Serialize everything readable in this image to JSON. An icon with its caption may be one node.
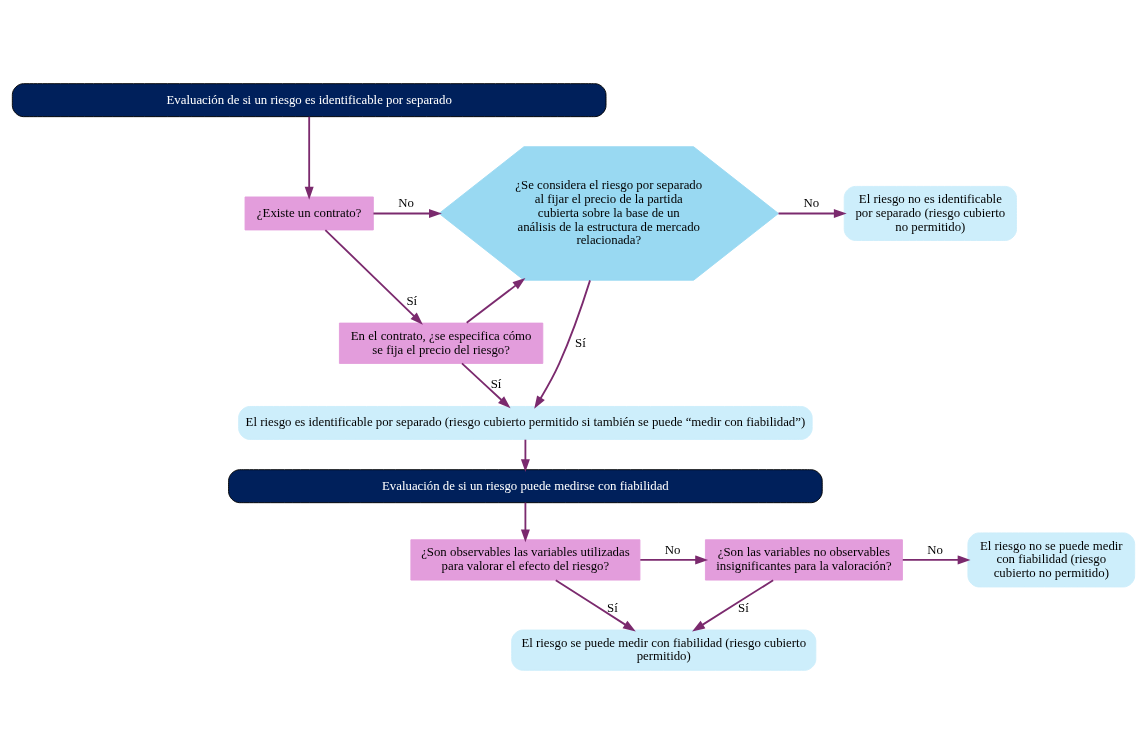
{
  "diagram": {
    "nodes": [
      {
        "text": [
          "Evaluación de si un riesgo es identificable por separado"
        ]
      },
      {
        "text": [
          "¿Existe un contrato?"
        ]
      },
      {
        "text": [
          "¿Se considera el riesgo por separado al fijar el precio de la partida cubierta sobre la base de un análisis de la estructura de mercado relacionada?"
        ]
      },
      {
        "text": [
          "El riesgo no es identificable por separado (riesgo cubierto no permitido)"
        ]
      },
      {
        "text": [
          "En el contrato, ¿se especifica cómo se fija el precio del riesgo?"
        ]
      },
      {
        "text": [
          "El riesgo es identificable por separado (riesgo cubierto permitido si también se puede “medir con fiabilidad”)"
        ]
      },
      {
        "text": [
          "Evaluación de si un riesgo puede medirse con fiabilidad"
        ]
      },
      {
        "text": [
          "¿Son observables las variables utilizadas para valorar el efecto del riesgo?"
        ]
      },
      {
        "text": [
          "¿Son las variables no observables insignificantes para la valoración?"
        ]
      },
      {
        "text": [
          "El riesgo no se puede medir con fiabilidad (riesgo cubierto no permitido)"
        ]
      },
      {
        "text": [
          "El riesgo se puede medir con fiabilidad (riesgo cubierto permitido)"
        ]
      }
    ],
    "edges": [
      {
        "from": 0,
        "to": 1,
        "arrow": "to"
      },
      {
        "from": 1,
        "to": 2,
        "arrow": "to",
        "label": "No"
      },
      {
        "from": 2,
        "to": 3,
        "arrow": "to",
        "label": "No"
      },
      {
        "from": 1,
        "to": 4,
        "arrow": "to",
        "label": "Sí"
      },
      {
        "from": 4,
        "to": 2,
        "arrow": "to"
      },
      {
        "from": 4,
        "to": 5,
        "arrow": "to",
        "label": "Sí"
      },
      {
        "from": 2,
        "to": 5,
        "arrow": "to",
        "label": "Sí"
      },
      {
        "from": 5,
        "to": 6,
        "arrow": "to"
      },
      {
        "from": 6,
        "to": 7,
        "arrow": "to"
      },
      {
        "from": 7,
        "to": 8,
        "arrow": "to",
        "label": "No"
      },
      {
        "from": 8,
        "to": 9,
        "arrow": "to",
        "label": "No"
      },
      {
        "from": 7,
        "to": 10,
        "arrow": "to",
        "label": "Sí"
      },
      {
        "from": 8,
        "to": 10,
        "arrow": "to",
        "label": "Sí"
      }
    ]
  }
}
